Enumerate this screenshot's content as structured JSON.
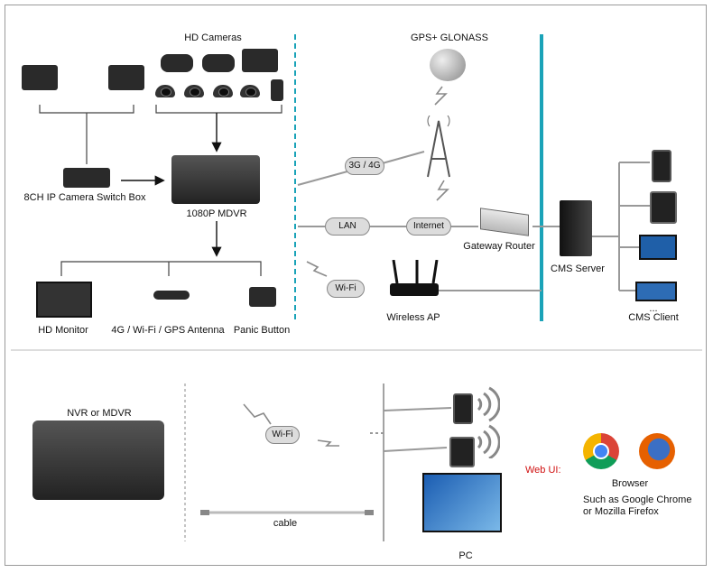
{
  "top": {
    "hd_cameras": "HD Cameras",
    "gps": "GPS+ GLONASS",
    "switch_box": "8CH IP Camera Switch Box",
    "mdvr": "1080P MDVR",
    "hd_monitor": "HD Monitor",
    "antenna": "4G / Wi-Fi / GPS Antenna",
    "panic_button": "Panic Button",
    "net_3g4g": "3G / 4G",
    "lan": "LAN",
    "internet": "Internet",
    "gateway_router": "Gateway Router",
    "wifi": "Wi-Fi",
    "wireless_ap": "Wireless AP",
    "cms_server": "CMS Server",
    "client_ellipsis": "...",
    "cms_client": "CMS Client"
  },
  "bottom": {
    "nvr": "NVR or MDVR",
    "wifi": "Wi-Fi",
    "cable": "cable",
    "pc": "PC",
    "web_ui": "Web UI:",
    "browser": "Browser",
    "browser_note_1": "Such as Google Chrome",
    "browser_note_2": "or Mozilla Firefox"
  },
  "colors": {
    "accent_teal": "#1aa3b8",
    "web_ui_red": "#d01010",
    "chrome_red": "#db4437",
    "chrome_yellow": "#f4b400",
    "chrome_green": "#0f9d58",
    "chrome_blue": "#4285f4",
    "firefox_orange": "#e66000"
  },
  "icons": [
    "camera-icon",
    "dome-camera-icon",
    "satellite-icon",
    "tower-icon",
    "router-icon",
    "access-point-icon",
    "server-icon",
    "phone-icon",
    "tablet-icon",
    "monitor-icon",
    "laptop-icon",
    "chrome-icon",
    "firefox-icon",
    "antenna-icon",
    "panic-button-icon",
    "dvr-icon"
  ]
}
